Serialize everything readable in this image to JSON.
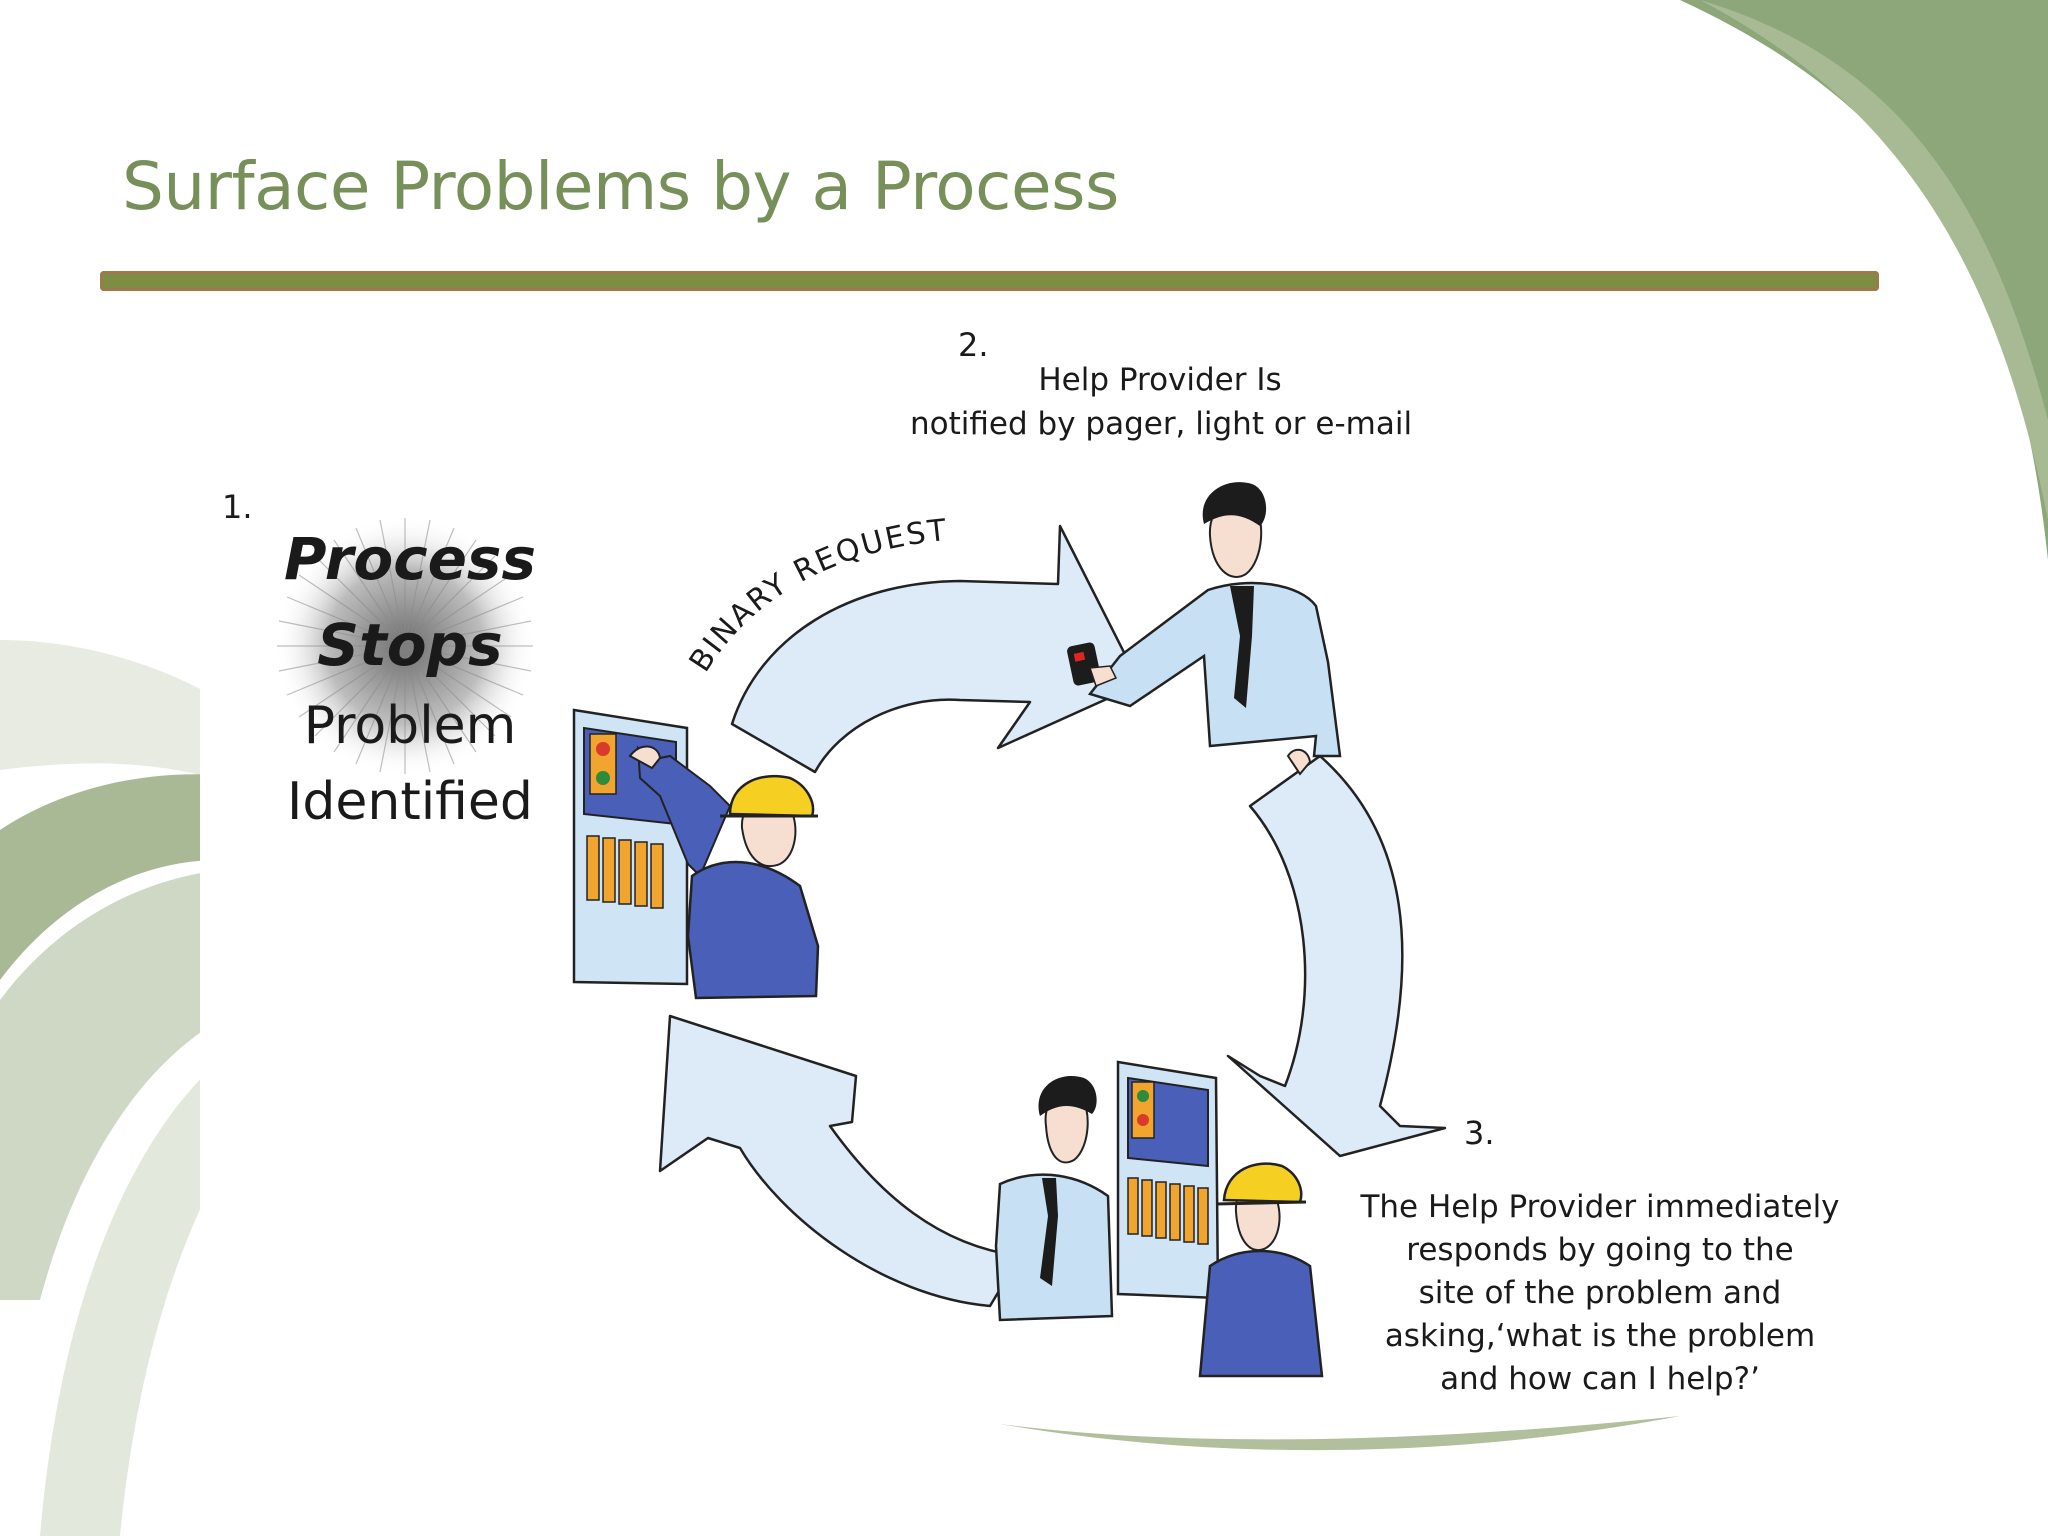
{
  "slide": {
    "title": "Surface Problems by a Process",
    "accent_color": "#77905a",
    "rule_color": "#7e8c44"
  },
  "diagram": {
    "step1": {
      "number": "1.",
      "line1": "Process",
      "line2": "Stops",
      "line3": "Problem",
      "line4": "Identified"
    },
    "arrow1_label": "BINARY REQUEST",
    "step2": {
      "number": "2.",
      "line1": "Help Provider Is",
      "line2": "notified by pager, light or e-mail"
    },
    "step3": {
      "number": "3.",
      "line1": "The Help Provider immediately",
      "line2": "responds by going to the",
      "line3": "site of the problem and",
      "line4": "asking,‘what is the problem",
      "line5": "and how can I help?’"
    },
    "icons": [
      "operator-icon",
      "control-panel-icon",
      "help-provider-icon",
      "pager-icon"
    ]
  }
}
